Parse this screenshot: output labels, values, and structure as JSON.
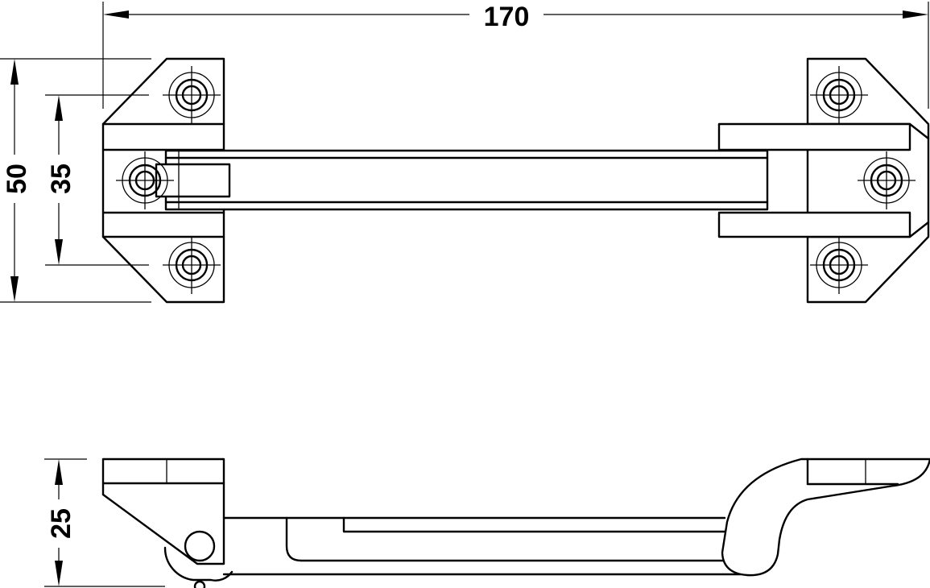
{
  "dimensions": {
    "overall_length": "170",
    "overall_height": "50",
    "hole_spacing": "35",
    "depth": "25"
  }
}
